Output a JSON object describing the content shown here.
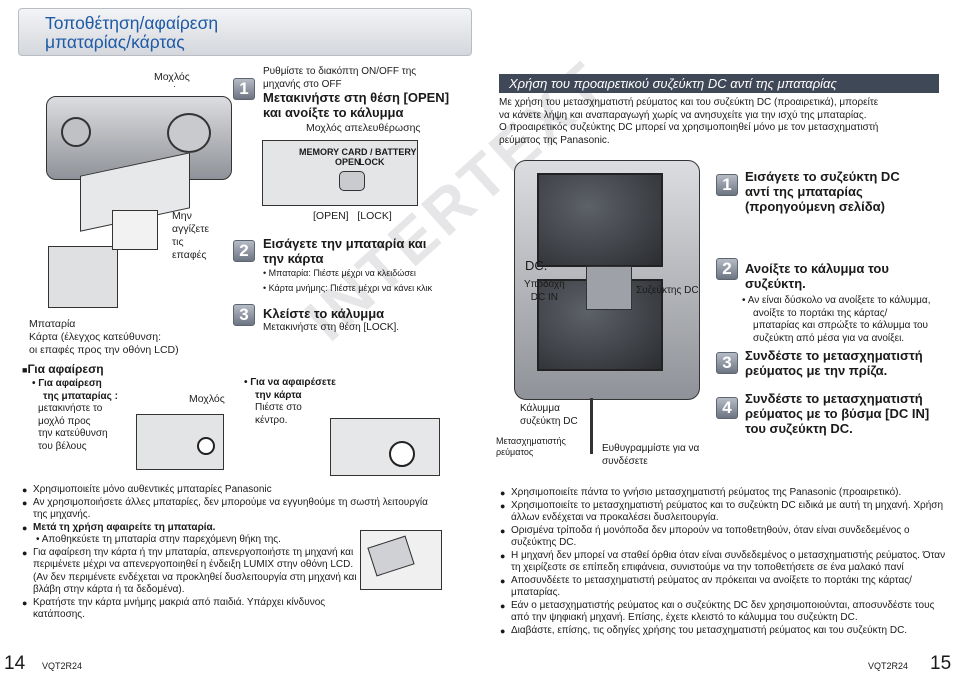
{
  "title": {
    "line1": "Τοποθέτηση/αφαίρεση",
    "line2": "μπαταρίας/κάρτας"
  },
  "left_labels": {
    "lever_top": "Μοχλός",
    "dont_touch_1": "Μην",
    "dont_touch_2": "αγγίζετε",
    "dont_touch_3": "τις",
    "dont_touch_4": "επαφές",
    "battery": "Μπαταρία",
    "card_1": "Κάρτα (έλεγχος κατεύθυνση:",
    "card_2": "οι επαφές προς την οθόνη LCD)",
    "lever_bottom": "Μοχλός"
  },
  "remove": {
    "heading": "Για αφαίρεση",
    "sub1": "• Για αφαίρεση",
    "sub2": "της μπαταρίας :",
    "l1": "μετακινήστε το",
    "l2": "μοχλό προς",
    "l3": "την κατεύθυνση",
    "l4": "του βέλους",
    "card1": "• Για να αφαιρέσετε",
    "card2": "την κάρτα",
    "card3": "Πιέστε στο",
    "card4": "κέντρο."
  },
  "steps": {
    "s1_num": "1",
    "s1_small1": "Ρυθμίστε το διακόπτη ON/OFF της",
    "s1_small2": "μηχανής στο OFF",
    "s1_bold1": "Μετακινήστε στη θέση [OPEN]",
    "s1_bold2": "και ανοίξτε το κάλυμμα",
    "s1_release": "Μοχλός απελευθέρωσης",
    "door_label1": "MEMORY CARD / BATTERY",
    "door_label2": "OPEN",
    "door_label3": "LOCK",
    "open_lock": "[OPEN]   [LOCK]",
    "s2_num": "2",
    "s2_bold1": "Εισάγετε την μπαταρία και",
    "s2_bold2": "την κάρτα",
    "s2_b1": "• Μπαταρία: Πιέστε μέχρι να κλειδώσει",
    "s2_b2": "• Κάρτα μνήμης: Πιέστε μέχρι να κάνει κλικ",
    "s3_num": "3",
    "s3_bold": "Κλείστε το κάλυμμα",
    "s3_small": "Μετακινήστε στη θέση [LOCK]."
  },
  "left_notes": [
    "Χρησιμοποιείτε μόνο αυθεντικές μπαταρίες Panasonic",
    "Αν χρησιμοποιήσετε άλλες μπαταρίες, δεν μπορούμε να εγγυηθούμε τη σωστή λειτουργία της μηχανής.",
    "Μετά τη χρήση αφαιρείτε τη μπαταρία.",
    "Αποθηκεύετε τη μπαταρία στην παρεχόμενη θήκη της.",
    "Για αφαίρεση την κάρτα ή την μπαταρία, απενεργοποιήστε τη μηχανή και περιμένετε μέχρι να απενεργοποιηθεί η ένδειξη LUMIX στην οθόνη LCD.(Αν δεν περιμένετε ενδέχεται να προκληθεί δυσλειτουργία στη μηχανή και βλάβη στην κάρτα ή τα δεδομένα).",
    "Κρατήστε την κάρτα μνήμης μακριά από παιδιά. Υπάρχει κίνδυνος κατάποσης."
  ],
  "dc": {
    "header": "Χρήση του προαιρετικού συζεύκτη DC αντί της μπαταρίας",
    "intro1": "Με χρήση του μετασχηματιστή ρεύματος και του συζεύκτη DC (προαιρετικά), μπορείτε",
    "intro2": "να κάνετε λήψη και αναπαραγωγή χωρίς να ανησυχείτε για την ισχύ της μπαταρίας.",
    "intro3": "Ο προαιρετικός συζεύκτης DC μπορεί να χρησιμοποιηθεί μόνο με τον μετασχηματιστή",
    "intro4": "ρεύματος της Panasonic.",
    "dc_mark": "DC.",
    "dc_in1": "Υποδοχή",
    "dc_in2": "DC IN",
    "coupler": "Συζεύκτης DC",
    "cover1": "Κάλυμμα",
    "cover2": "συζεύκτη DC",
    "adaptor1": "Μετασχηματιστής",
    "adaptor2": "ρεύματος",
    "align1": "Ευθυγραμμίστε για να",
    "align2": "συνδέσετε",
    "s1_num": "1",
    "s1_a": "Εισάγετε το συζεύκτη DC",
    "s1_b": "αντί της μπαταρίας",
    "s1_c": "(προηγούμενη σελίδα)",
    "s2_num": "2",
    "s2_a": "Ανοίξτε το κάλυμμα του",
    "s2_b": "συζεύκτη.",
    "s2_n1": "• Αν είναι δύσκολο να ανοίξετε το κάλυμμα,",
    "s2_n2": "ανοίξτε το πορτάκι της κάρτας/",
    "s2_n3": "μπαταρίας και σπρώξτε το κάλυμμα του",
    "s2_n4": "συζεύκτη από μέσα για να ανοίξει.",
    "s3_num": "3",
    "s3_a": "Συνδέστε το μετασχηματιστή",
    "s3_b": "ρεύματος με την πρίζα.",
    "s4_num": "4",
    "s4_a": "Συνδέστε το μετασχηματιστή",
    "s4_b": "ρεύματος με το βύσμα [DC IN]",
    "s4_c": "του συζεύκτη DC."
  },
  "right_notes": [
    "Χρησιμοποιείτε πάντα το γνήσιο μετασχηματιστή ρεύματος της Panasonic (προαιρετικό).",
    "Χρησιμοποιείτε το μετασχηματιστή ρεύματος και το συζεύκτη DC ειδικά με αυτή τη μηχανή. Χρήση άλλων ενδέχεται να προκαλέσει δυσλειτουργία.",
    "Ορισμένα τρίποδα ή μονόποδα δεν μπορούν να τοποθετηθούν, όταν είναι συνδεδεμένος ο συζεύκτης DC.",
    "Η μηχανή δεν μπορεί να σταθεί όρθια όταν είναι συνδεδεμένος ο μετασχηματιστής ρεύματος. Όταν τη χειρίζεστε σε επίπεδη επιφάνεια, συνιστούμε να την τοποθετήσετε σε ένα μαλακό πανί",
    "Αποσυνδέετε το μετασχηματιστή ρεύματος αν πρόκειται να ανοίξετε το πορτάκι της κάρτας/μπαταρίας.",
    "Εάν ο μετασχηματιστής ρεύματος και ο συζεύκτης DC δεν χρησιμοποιούνται, αποσυνδέστε τους από την ψηφιακή μηχανή. Επίσης, έχετε κλειστό το κάλυμμα του συζεύκτη DC.",
    "Διαβάστε, επίσης, τις οδηγίες χρήσης του μετασχηματιστή ρεύματος και του συζεύκτη DC."
  ],
  "footer": {
    "page_left": "14",
    "code_left": "VQT2R24",
    "code_right": "VQT2R24",
    "page_right": "15"
  },
  "watermark": "INTERTEXT",
  "colors": {
    "title_blue": "#1e5aa6",
    "header_bar": "#3f4856",
    "step_box": "#7a818d"
  }
}
